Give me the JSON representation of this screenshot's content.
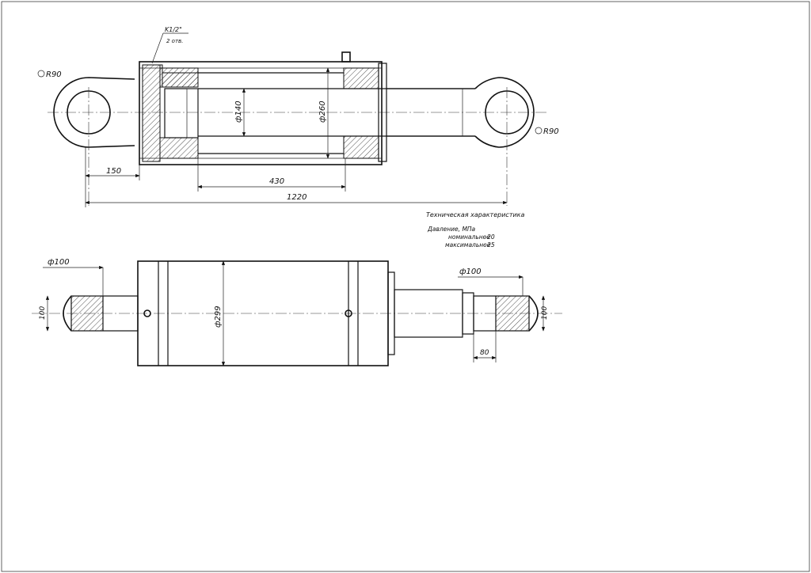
{
  "drawing": {
    "top_view": {
      "port_label": "K1/2\"",
      "port_count": "2 отв.",
      "radius_left": "R90",
      "radius_right": "R90",
      "rod_diameter": "ф140",
      "bore_diameter": "ф260",
      "dim_eye_offset": "150",
      "dim_stroke": "430",
      "dim_overall": "1220"
    },
    "specs": {
      "title": "Техническая характеристика",
      "pressure_header": "Давление, МПа",
      "nominal_label": "номинальное",
      "nominal_value": "-  20",
      "max_label": "максимальное",
      "max_value": "-  25"
    },
    "side_view": {
      "pin_diameter_left": "ф100",
      "pin_diameter_right": "ф100",
      "pin_length_left": "100",
      "pin_length_right": "100",
      "body_diameter": "ф299",
      "dim_80": "80"
    }
  }
}
